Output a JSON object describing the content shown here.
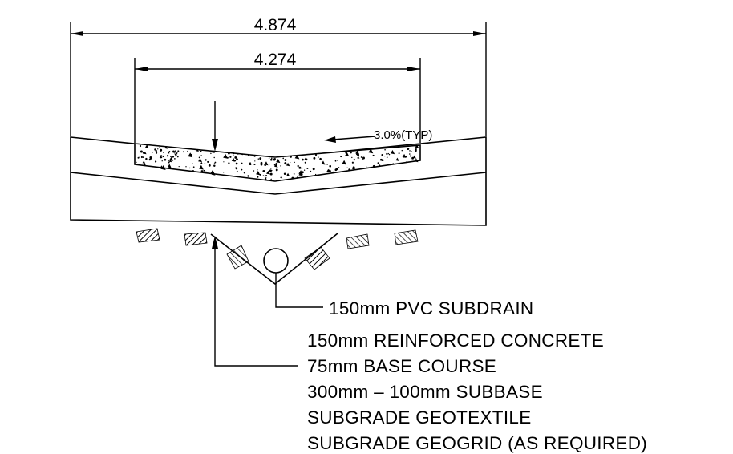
{
  "dimensions": {
    "overall_width": "4.874",
    "inner_width": "4.274"
  },
  "slope_label": "3.0%(TYP)",
  "callouts": {
    "subdrain": "150mm PVC SUBDRAIN",
    "layers": [
      "150mm REINFORCED CONCRETE",
      "75mm BASE COURSE",
      "300mm – 100mm SUBBASE",
      "SUBGRADE GEOTEXTILE",
      "SUBGRADE GEOGRID (AS REQUIRED)"
    ]
  },
  "colors": {
    "line": "#000000",
    "background": "#ffffff"
  }
}
